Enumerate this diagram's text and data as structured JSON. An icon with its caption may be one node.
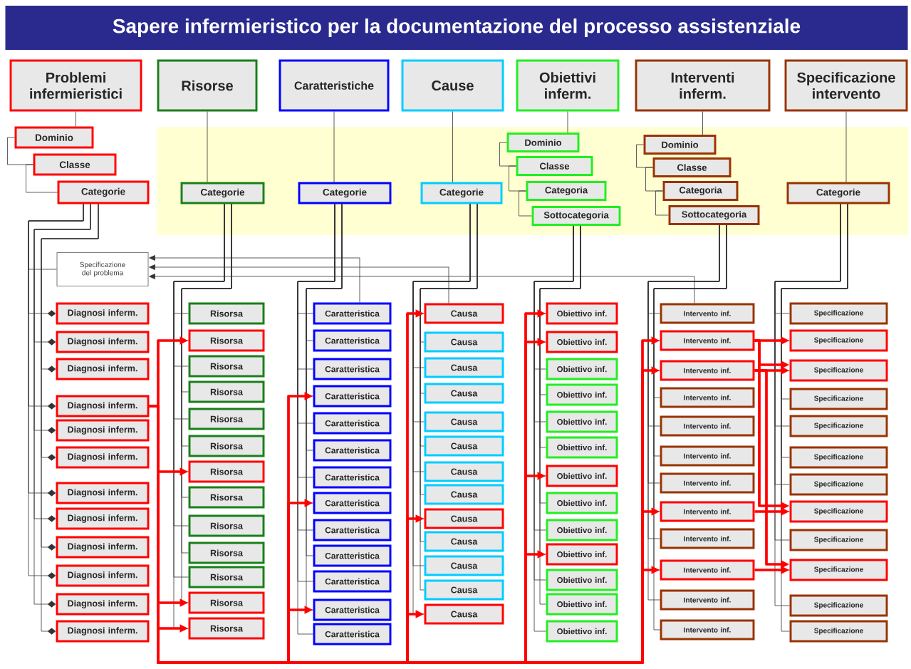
{
  "diagram": {
    "title": "Sapere infermieristico per la documentazione del processo assistenziale",
    "nodes": [
      {
        "text": [
          "Problemi infermieristici"
        ]
      },
      {
        "text": [
          "Risorse"
        ]
      },
      {
        "text": [
          "Caratteristiche"
        ]
      },
      {
        "text": [
          "Cause"
        ]
      },
      {
        "text": [
          "Obiettivi inferm."
        ]
      },
      {
        "text": [
          "Interventi inferm."
        ]
      },
      {
        "text": [
          "Specificazione intervento"
        ]
      },
      {
        "text": [
          "Dominio"
        ]
      },
      {
        "text": [
          "Classe"
        ]
      },
      {
        "text": [
          "Categorie"
        ]
      },
      {
        "text": [
          "Categorie"
        ]
      },
      {
        "text": [
          "Categorie"
        ]
      },
      {
        "text": [
          "Categorie"
        ]
      },
      {
        "text": [
          "Dominio"
        ]
      },
      {
        "text": [
          "Classe"
        ]
      },
      {
        "text": [
          "Categoria"
        ]
      },
      {
        "text": [
          "Sottocategoria"
        ]
      },
      {
        "text": [
          "Dominio"
        ]
      },
      {
        "text": [
          "Classe"
        ]
      },
      {
        "text": [
          "Categoria"
        ]
      },
      {
        "text": [
          "Sottocategoria"
        ]
      },
      {
        "text": [
          "Categorie"
        ]
      },
      {
        "text": [
          "Specificazione del problema"
        ]
      },
      {
        "text": [
          "Diagnosi inferm."
        ]
      },
      {
        "text": [
          "Diagnosi inferm."
        ]
      },
      {
        "text": [
          "Diagnosi inferm."
        ]
      },
      {
        "text": [
          "Diagnosi inferm."
        ]
      },
      {
        "text": [
          "Diagnosi inferm."
        ]
      },
      {
        "text": [
          "Diagnosi inferm."
        ]
      },
      {
        "text": [
          "Diagnosi inferm."
        ]
      },
      {
        "text": [
          "Diagnosi inferm."
        ]
      },
      {
        "text": [
          "Diagnosi inferm."
        ]
      },
      {
        "text": [
          "Diagnosi inferm."
        ]
      },
      {
        "text": [
          "Diagnosi inferm."
        ]
      },
      {
        "text": [
          "Diagnosi inferm."
        ]
      },
      {
        "text": [
          "Risorsa"
        ]
      },
      {
        "text": [
          "Risorsa"
        ]
      },
      {
        "text": [
          "Risorsa"
        ]
      },
      {
        "text": [
          "Risorsa"
        ]
      },
      {
        "text": [
          "Risorsa"
        ]
      },
      {
        "text": [
          "Risorsa"
        ]
      },
      {
        "text": [
          "Risorsa"
        ]
      },
      {
        "text": [
          "Risorsa"
        ]
      },
      {
        "text": [
          "Risorsa"
        ]
      },
      {
        "text": [
          "Risorsa"
        ]
      },
      {
        "text": [
          "Risorsa"
        ]
      },
      {
        "text": [
          "Risorsa"
        ]
      },
      {
        "text": [
          "Risorsa"
        ]
      },
      {
        "text": [
          "Caratteristica"
        ]
      },
      {
        "text": [
          "Caratteristica"
        ]
      },
      {
        "text": [
          "Caratteristica"
        ]
      },
      {
        "text": [
          "Caratteristica"
        ]
      },
      {
        "text": [
          "Caratteristica"
        ]
      },
      {
        "text": [
          "Caratteristica"
        ]
      },
      {
        "text": [
          "Caratteristica"
        ]
      },
      {
        "text": [
          "Caratteristica"
        ]
      },
      {
        "text": [
          "Caratteristica"
        ]
      },
      {
        "text": [
          "Caratteristica"
        ]
      },
      {
        "text": [
          "Caratteristica"
        ]
      },
      {
        "text": [
          "Caratteristica"
        ]
      },
      {
        "text": [
          "Caratteristica"
        ]
      },
      {
        "text": [
          "Causa"
        ]
      },
      {
        "text": [
          "Causa"
        ]
      },
      {
        "text": [
          "Causa"
        ]
      },
      {
        "text": [
          "Causa"
        ]
      },
      {
        "text": [
          "Causa"
        ]
      },
      {
        "text": [
          "Causa"
        ]
      },
      {
        "text": [
          "Causa"
        ]
      },
      {
        "text": [
          "Causa"
        ]
      },
      {
        "text": [
          "Causa"
        ]
      },
      {
        "text": [
          "Causa"
        ]
      },
      {
        "text": [
          "Causa"
        ]
      },
      {
        "text": [
          "Causa"
        ]
      },
      {
        "text": [
          "Causa"
        ]
      },
      {
        "text": [
          "Obiettivo inf."
        ]
      },
      {
        "text": [
          "Obiettivo inf."
        ]
      },
      {
        "text": [
          "Obiettivo inf."
        ]
      },
      {
        "text": [
          "Obiettivo inf."
        ]
      },
      {
        "text": [
          "Obiettivo inf."
        ]
      },
      {
        "text": [
          "Obiettivo inf."
        ]
      },
      {
        "text": [
          "Obiettivo inf."
        ]
      },
      {
        "text": [
          "Obiettivo inf."
        ]
      },
      {
        "text": [
          "Obiettivo inf."
        ]
      },
      {
        "text": [
          "Obiettivo inf."
        ]
      },
      {
        "text": [
          "Obiettivo inf."
        ]
      },
      {
        "text": [
          "Obiettivo inf."
        ]
      },
      {
        "text": [
          "Obiettivo inf."
        ]
      },
      {
        "text": [
          "Intervento inf."
        ]
      },
      {
        "text": [
          "Intervento inf."
        ]
      },
      {
        "text": [
          "Intervento inf."
        ]
      },
      {
        "text": [
          "Intervento inf."
        ]
      },
      {
        "text": [
          "Intervento inf."
        ]
      },
      {
        "text": [
          "Intervento inf."
        ]
      },
      {
        "text": [
          "Intervento inf."
        ]
      },
      {
        "text": [
          "Intervento inf."
        ]
      },
      {
        "text": [
          "Intervento inf."
        ]
      },
      {
        "text": [
          "Intervento inf."
        ]
      },
      {
        "text": [
          "Intervento inf."
        ]
      },
      {
        "text": [
          "Intervento inf."
        ]
      },
      {
        "text": [
          "Specificazione"
        ]
      },
      {
        "text": [
          "Specificazione"
        ]
      },
      {
        "text": [
          "Specificazione"
        ]
      },
      {
        "text": [
          "Specificazione"
        ]
      },
      {
        "text": [
          "Specificazione"
        ]
      },
      {
        "text": [
          "Specificazione"
        ]
      },
      {
        "text": [
          "Specificazione"
        ]
      },
      {
        "text": [
          "Specificazione"
        ]
      },
      {
        "text": [
          "Specificazione"
        ]
      },
      {
        "text": [
          "Specificazione"
        ]
      },
      {
        "text": [
          "Specificazione"
        ]
      },
      {
        "text": [
          "Specificazione"
        ]
      }
    ],
    "edges": [
      {
        "from": 0,
        "to": 7,
        "arrow": "none"
      },
      {
        "from": 7,
        "to": 8,
        "arrow": "none"
      },
      {
        "from": 8,
        "to": 9,
        "arrow": "none"
      },
      {
        "from": 1,
        "to": 10,
        "arrow": "none"
      },
      {
        "from": 2,
        "to": 11,
        "arrow": "none"
      },
      {
        "from": 3,
        "to": 12,
        "arrow": "none"
      },
      {
        "from": 4,
        "to": 13,
        "arrow": "none"
      },
      {
        "from": 13,
        "to": 14,
        "arrow": "none"
      },
      {
        "from": 14,
        "to": 15,
        "arrow": "none"
      },
      {
        "from": 15,
        "to": 16,
        "arrow": "none"
      },
      {
        "from": 5,
        "to": 17,
        "arrow": "none"
      },
      {
        "from": 17,
        "to": 18,
        "arrow": "none"
      },
      {
        "from": 18,
        "to": 19,
        "arrow": "none"
      },
      {
        "from": 19,
        "to": 20,
        "arrow": "none"
      },
      {
        "from": 6,
        "to": 21,
        "arrow": "none"
      },
      {
        "from": 9,
        "to": 22,
        "arrow": "none"
      },
      {
        "from": 9,
        "to": 23,
        "arrow": "other"
      },
      {
        "from": 9,
        "to": 24,
        "arrow": "other"
      },
      {
        "from": 9,
        "to": 25,
        "arrow": "other"
      },
      {
        "from": 9,
        "to": 26,
        "arrow": "other"
      },
      {
        "from": 9,
        "to": 27,
        "arrow": "other"
      },
      {
        "from": 9,
        "to": 28,
        "arrow": "other"
      },
      {
        "from": 9,
        "to": 29,
        "arrow": "other"
      },
      {
        "from": 9,
        "to": 30,
        "arrow": "other"
      },
      {
        "from": 9,
        "to": 31,
        "arrow": "other"
      },
      {
        "from": 9,
        "to": 32,
        "arrow": "other"
      },
      {
        "from": 9,
        "to": 33,
        "arrow": "other"
      },
      {
        "from": 9,
        "to": 34,
        "arrow": "other"
      },
      {
        "from": 10,
        "to": 35,
        "arrow": "none"
      },
      {
        "from": 10,
        "to": 36,
        "arrow": "none"
      },
      {
        "from": 10,
        "to": 37,
        "arrow": "none"
      },
      {
        "from": 10,
        "to": 38,
        "arrow": "none"
      },
      {
        "from": 10,
        "to": 39,
        "arrow": "none"
      },
      {
        "from": 10,
        "to": 40,
        "arrow": "none"
      },
      {
        "from": 10,
        "to": 41,
        "arrow": "none"
      },
      {
        "from": 10,
        "to": 42,
        "arrow": "none"
      },
      {
        "from": 10,
        "to": 43,
        "arrow": "none"
      },
      {
        "from": 10,
        "to": 44,
        "arrow": "none"
      },
      {
        "from": 10,
        "to": 45,
        "arrow": "none"
      },
      {
        "from": 10,
        "to": 46,
        "arrow": "none"
      },
      {
        "from": 10,
        "to": 47,
        "arrow": "none"
      },
      {
        "from": 11,
        "to": 48,
        "arrow": "none"
      },
      {
        "from": 11,
        "to": 49,
        "arrow": "none"
      },
      {
        "from": 11,
        "to": 50,
        "arrow": "none"
      },
      {
        "from": 11,
        "to": 51,
        "arrow": "none"
      },
      {
        "from": 11,
        "to": 52,
        "arrow": "none"
      },
      {
        "from": 11,
        "to": 53,
        "arrow": "none"
      },
      {
        "from": 11,
        "to": 54,
        "arrow": "none"
      },
      {
        "from": 11,
        "to": 55,
        "arrow": "none"
      },
      {
        "from": 11,
        "to": 56,
        "arrow": "none"
      },
      {
        "from": 11,
        "to": 57,
        "arrow": "none"
      },
      {
        "from": 11,
        "to": 58,
        "arrow": "none"
      },
      {
        "from": 11,
        "to": 59,
        "arrow": "none"
      },
      {
        "from": 11,
        "to": 60,
        "arrow": "none"
      },
      {
        "from": 12,
        "to": 61,
        "arrow": "none"
      },
      {
        "from": 12,
        "to": 62,
        "arrow": "none"
      },
      {
        "from": 12,
        "to": 63,
        "arrow": "none"
      },
      {
        "from": 12,
        "to": 64,
        "arrow": "none"
      },
      {
        "from": 12,
        "to": 65,
        "arrow": "none"
      },
      {
        "from": 12,
        "to": 66,
        "arrow": "none"
      },
      {
        "from": 12,
        "to": 67,
        "arrow": "none"
      },
      {
        "from": 12,
        "to": 68,
        "arrow": "none"
      },
      {
        "from": 12,
        "to": 69,
        "arrow": "none"
      },
      {
        "from": 12,
        "to": 70,
        "arrow": "none"
      },
      {
        "from": 12,
        "to": 71,
        "arrow": "none"
      },
      {
        "from": 12,
        "to": 72,
        "arrow": "none"
      },
      {
        "from": 12,
        "to": 73,
        "arrow": "none"
      },
      {
        "from": 16,
        "to": 74,
        "arrow": "none"
      },
      {
        "from": 16,
        "to": 75,
        "arrow": "none"
      },
      {
        "from": 16,
        "to": 76,
        "arrow": "none"
      },
      {
        "from": 16,
        "to": 77,
        "arrow": "none"
      },
      {
        "from": 16,
        "to": 78,
        "arrow": "none"
      },
      {
        "from": 16,
        "to": 79,
        "arrow": "none"
      },
      {
        "from": 16,
        "to": 80,
        "arrow": "none"
      },
      {
        "from": 16,
        "to": 81,
        "arrow": "none"
      },
      {
        "from": 16,
        "to": 82,
        "arrow": "none"
      },
      {
        "from": 16,
        "to": 83,
        "arrow": "none"
      },
      {
        "from": 16,
        "to": 84,
        "arrow": "none"
      },
      {
        "from": 16,
        "to": 85,
        "arrow": "none"
      },
      {
        "from": 16,
        "to": 86,
        "arrow": "none"
      },
      {
        "from": 20,
        "to": 87,
        "arrow": "none"
      },
      {
        "from": 20,
        "to": 88,
        "arrow": "none"
      },
      {
        "from": 20,
        "to": 89,
        "arrow": "none"
      },
      {
        "from": 20,
        "to": 90,
        "arrow": "none"
      },
      {
        "from": 20,
        "to": 91,
        "arrow": "none"
      },
      {
        "from": 20,
        "to": 92,
        "arrow": "none"
      },
      {
        "from": 20,
        "to": 93,
        "arrow": "none"
      },
      {
        "from": 20,
        "to": 94,
        "arrow": "none"
      },
      {
        "from": 20,
        "to": 95,
        "arrow": "none"
      },
      {
        "from": 20,
        "to": 96,
        "arrow": "none"
      },
      {
        "from": 20,
        "to": 97,
        "arrow": "none"
      },
      {
        "from": 20,
        "to": 98,
        "arrow": "none"
      },
      {
        "from": 21,
        "to": 99,
        "arrow": "none"
      },
      {
        "from": 21,
        "to": 100,
        "arrow": "none"
      },
      {
        "from": 21,
        "to": 101,
        "arrow": "none"
      },
      {
        "from": 21,
        "to": 102,
        "arrow": "none"
      },
      {
        "from": 21,
        "to": 103,
        "arrow": "none"
      },
      {
        "from": 21,
        "to": 104,
        "arrow": "none"
      },
      {
        "from": 21,
        "to": 105,
        "arrow": "none"
      },
      {
        "from": 21,
        "to": 106,
        "arrow": "none"
      },
      {
        "from": 21,
        "to": 107,
        "arrow": "none"
      },
      {
        "from": 21,
        "to": 108,
        "arrow": "none"
      },
      {
        "from": 21,
        "to": 109,
        "arrow": "none"
      },
      {
        "from": 21,
        "to": 110,
        "arrow": "none"
      },
      {
        "from": 48,
        "to": 22,
        "arrow": "to"
      },
      {
        "from": 61,
        "to": 22,
        "arrow": "to"
      },
      {
        "from": 87,
        "to": 22,
        "arrow": "to"
      },
      {
        "from": 26,
        "to": 36,
        "arrow": "to",
        "style": "thick",
        "color": "#ff0000"
      },
      {
        "from": 26,
        "to": 41,
        "arrow": "to",
        "style": "thick",
        "color": "#ff0000"
      },
      {
        "from": 26,
        "to": 46,
        "arrow": "to",
        "style": "thick",
        "color": "#ff0000"
      },
      {
        "from": 26,
        "to": 47,
        "arrow": "to",
        "style": "thick",
        "color": "#ff0000"
      },
      {
        "from": 26,
        "to": 51,
        "arrow": "to",
        "style": "thick",
        "color": "#ff0000"
      },
      {
        "from": 26,
        "to": 55,
        "arrow": "to",
        "style": "thick",
        "color": "#ff0000"
      },
      {
        "from": 26,
        "to": 59,
        "arrow": "to",
        "style": "thick",
        "color": "#ff0000"
      },
      {
        "from": 26,
        "to": 61,
        "arrow": "to",
        "style": "thick",
        "color": "#ff0000"
      },
      {
        "from": 26,
        "to": 69,
        "arrow": "to",
        "style": "thick",
        "color": "#ff0000"
      },
      {
        "from": 26,
        "to": 73,
        "arrow": "to",
        "style": "thick",
        "color": "#ff0000"
      },
      {
        "from": 26,
        "to": 74,
        "arrow": "to",
        "style": "thick",
        "color": "#ff0000"
      },
      {
        "from": 26,
        "to": 75,
        "arrow": "to",
        "style": "thick",
        "color": "#ff0000"
      },
      {
        "from": 26,
        "to": 80,
        "arrow": "to",
        "style": "thick",
        "color": "#ff0000"
      },
      {
        "from": 26,
        "to": 83,
        "arrow": "to",
        "style": "thick",
        "color": "#ff0000"
      },
      {
        "from": 26,
        "to": 88,
        "arrow": "to",
        "style": "thick",
        "color": "#ff0000"
      },
      {
        "from": 26,
        "to": 89,
        "arrow": "to",
        "style": "thick",
        "color": "#ff0000"
      },
      {
        "from": 26,
        "to": 94,
        "arrow": "to",
        "style": "thick",
        "color": "#ff0000"
      },
      {
        "from": 26,
        "to": 96,
        "arrow": "to",
        "style": "thick",
        "color": "#ff0000"
      },
      {
        "from": 88,
        "to": 100,
        "arrow": "to",
        "style": "thick",
        "color": "#ff0000"
      },
      {
        "from": 88,
        "to": 101,
        "arrow": "to",
        "style": "thick",
        "color": "#ff0000"
      },
      {
        "from": 88,
        "to": 106,
        "arrow": "to",
        "style": "thick",
        "color": "#ff0000"
      },
      {
        "from": 89,
        "to": 101,
        "arrow": "to",
        "style": "thick",
        "color": "#ff0000"
      },
      {
        "from": 89,
        "to": 108,
        "arrow": "to",
        "style": "thick",
        "color": "#ff0000"
      },
      {
        "from": 94,
        "to": 106,
        "arrow": "to",
        "style": "thick",
        "color": "#ff0000"
      },
      {
        "from": 96,
        "to": 108,
        "arrow": "to",
        "style": "thick",
        "color": "#ff0000"
      }
    ]
  }
}
